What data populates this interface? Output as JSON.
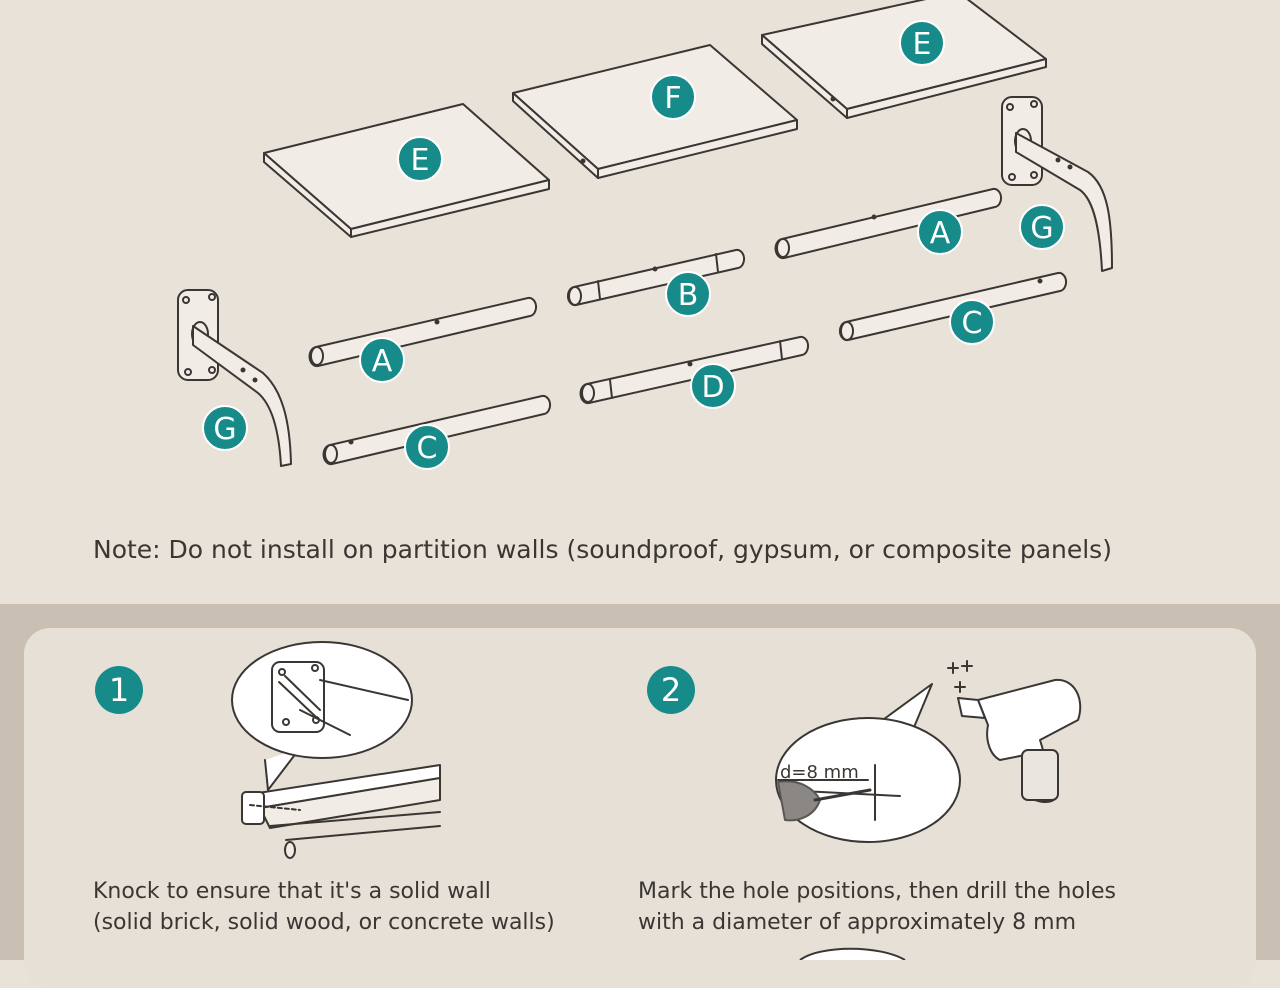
{
  "diagram": {
    "part_labels": {
      "e_left": "E",
      "f": "F",
      "e_right": "E",
      "g_right": "G",
      "a_right": "A",
      "b": "B",
      "c_right": "C",
      "a_left": "A",
      "d": "D",
      "c_left": "C",
      "g_left": "G"
    },
    "accent_color": "#178a8a",
    "line_color": "#3a3634"
  },
  "note": "Note: Do not install on partition walls (soundproof, gypsum, or composite panels)",
  "steps": [
    {
      "number": "1",
      "line1": "Knock to ensure that it's a solid wall",
      "line2": "(solid brick, solid wood, or concrete walls)"
    },
    {
      "number": "2",
      "line1": "Mark the hole positions, then drill the holes",
      "line2": "with a diameter of approximately 8 mm",
      "drill_label": "d=8 mm"
    }
  ]
}
